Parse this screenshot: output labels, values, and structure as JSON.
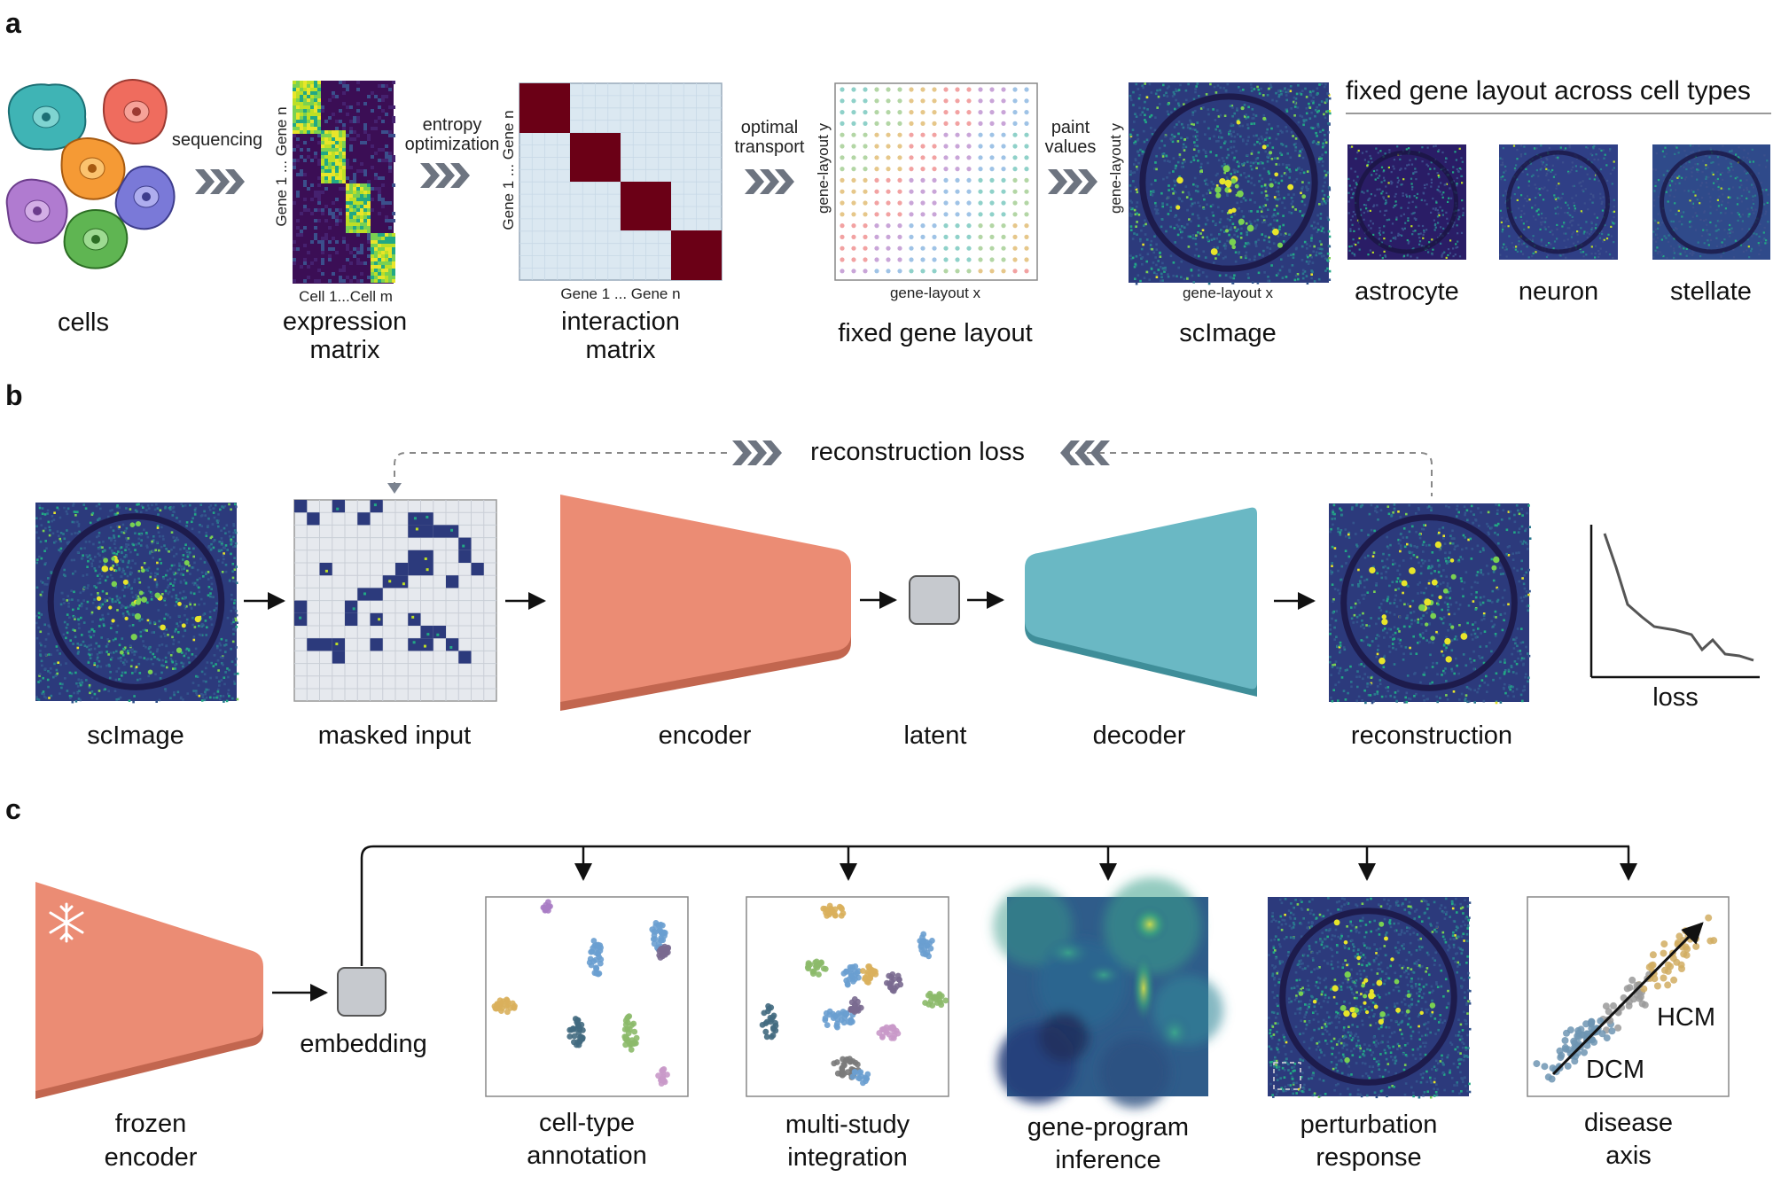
{
  "panels": {
    "a": "a",
    "b": "b",
    "c": "c"
  },
  "a": {
    "cells": "cells",
    "sequencing": "sequencing",
    "expression_matrix": "expression\nmatrix",
    "expr_x": "Cell 1...Cell m",
    "expr_y": "Gene 1 ... Gene n",
    "entropy": "entropy\noptimization",
    "interaction_matrix": "interaction\nmatrix",
    "inter_x": "Gene 1 ... Gene n",
    "inter_y": "Gene 1 ... Gene n",
    "optimal_transport": "optimal\ntransport",
    "fixed_gene_layout": "fixed gene layout",
    "layout_x": "gene-layout x",
    "layout_y": "gene-layout y",
    "paint_values": "paint\nvalues",
    "scimage": "scImage",
    "scimage_x": "gene-layout x",
    "scimage_y": "gene-layout y",
    "fixed_header": "fixed gene layout across cell types",
    "cell_types": [
      "astrocyte",
      "neuron",
      "stellate"
    ]
  },
  "b": {
    "scimage": "scImage",
    "masked_input": "masked input",
    "encoder": "encoder",
    "latent": "latent",
    "decoder": "decoder",
    "reconstruction": "reconstruction",
    "loss": "loss",
    "reconstruction_loss": "reconstruction loss"
  },
  "c": {
    "frozen_encoder": "frozen\nencoder",
    "embedding": "embedding",
    "tasks": [
      "cell-type\nannotation",
      "multi-study\nintegration",
      "gene-program\ninference",
      "perturbation\nresponse",
      "disease\naxis"
    ],
    "hcm": "HCM",
    "dcm": "DCM"
  },
  "colors": {
    "encoder": "#eb8c74",
    "decoder": "#6ab8c4",
    "latent": "#c6c9ce",
    "chevron": "#6d7480",
    "heat_dark": "#3b0e55",
    "heat_bright": "#e8e52a",
    "interaction_bg": "#dbe8f1",
    "interaction_block": "#6b0016"
  }
}
